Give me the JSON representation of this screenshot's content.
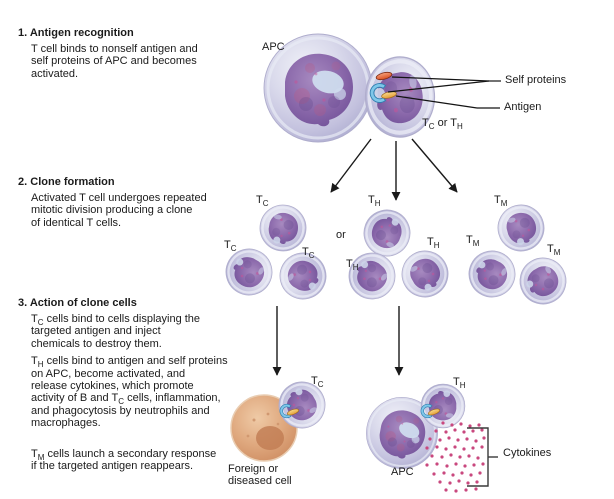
{
  "sections": [
    {
      "number": "1.",
      "title": "Antigen recognition",
      "paragraphs": [
        "T cell binds to nonself antigen and\nself proteins of APC and becomes\nactivated."
      ]
    },
    {
      "number": "2.",
      "title": "Clone formation",
      "paragraphs": [
        "Activated T cell undergoes repeated\nmitotic division producing a clone\nof identical T cells."
      ]
    },
    {
      "number": "3.",
      "title": "Action of clone cells",
      "paragraphs": [
        "T~C~ cells bind to cells displaying the\ntargeted antigen and inject\nchemicals to destroy them.",
        "T~H~ cells bind to antigen and self proteins\non APC, become activated, and\nrelease cytokines, which promote\nactivity of B and T~C~ cells, inflammation,\nand phagocytosis by neutrophils and\nmacrophages.",
        "T~M~ cells launch a secondary response\nif the targeted antigen reappears."
      ]
    }
  ],
  "labels": {
    "apc_top": "APC",
    "self_proteins": "Self proteins",
    "antigen": "Antigen",
    "tc_or_th": "T~C~ or T~H~",
    "or": "or",
    "tc": "T~C~",
    "th": "T~H~",
    "tm": "T~M~",
    "tc_bottom": "T~C~",
    "th_bottom": "T~H~",
    "foreign_cell": "Foreign or\ndiseased cell",
    "apc_bottom": "APC",
    "cytokines": "Cytokines"
  },
  "palette": {
    "cell_body": "#c3c1de",
    "cell_rim": "#eceef7",
    "nucleus": "#8b69ab",
    "nucleus_dark": "#5f4388",
    "nucleus_pink": "#bb5b86",
    "halo_bay": "#cfdcee",
    "foreign_body": "#dfa87e",
    "foreign_nucleus": "#c07c52",
    "self_protein": "#d94e20",
    "antigen": "#e59d35",
    "receptor": "#7fc7e9",
    "cytokine": "#c9487e",
    "line": "#1a1a1a"
  },
  "cytokines": {
    "dots": [
      [
        443,
        423
      ],
      [
        452,
        425
      ],
      [
        461,
        424
      ],
      [
        470,
        426
      ],
      [
        479,
        425
      ],
      [
        436,
        431
      ],
      [
        446,
        432
      ],
      [
        455,
        430
      ],
      [
        464,
        432
      ],
      [
        473,
        431
      ],
      [
        482,
        430
      ],
      [
        430,
        439
      ],
      [
        440,
        440
      ],
      [
        449,
        438
      ],
      [
        458,
        440
      ],
      [
        467,
        439
      ],
      [
        476,
        441
      ],
      [
        484,
        438
      ],
      [
        427,
        448
      ],
      [
        437,
        447
      ],
      [
        446,
        449
      ],
      [
        455,
        447
      ],
      [
        464,
        449
      ],
      [
        473,
        448
      ],
      [
        482,
        447
      ],
      [
        432,
        456
      ],
      [
        442,
        457
      ],
      [
        451,
        455
      ],
      [
        460,
        457
      ],
      [
        469,
        456
      ],
      [
        478,
        458
      ],
      [
        427,
        465
      ],
      [
        437,
        464
      ],
      [
        447,
        466
      ],
      [
        456,
        464
      ],
      [
        465,
        466
      ],
      [
        474,
        465
      ],
      [
        483,
        464
      ],
      [
        434,
        474
      ],
      [
        444,
        473
      ],
      [
        453,
        475
      ],
      [
        462,
        473
      ],
      [
        471,
        475
      ],
      [
        480,
        473
      ],
      [
        440,
        482
      ],
      [
        450,
        483
      ],
      [
        459,
        481
      ],
      [
        468,
        483
      ],
      [
        477,
        482
      ],
      [
        446,
        490
      ],
      [
        456,
        491
      ],
      [
        466,
        490
      ],
      [
        476,
        489
      ]
    ]
  }
}
